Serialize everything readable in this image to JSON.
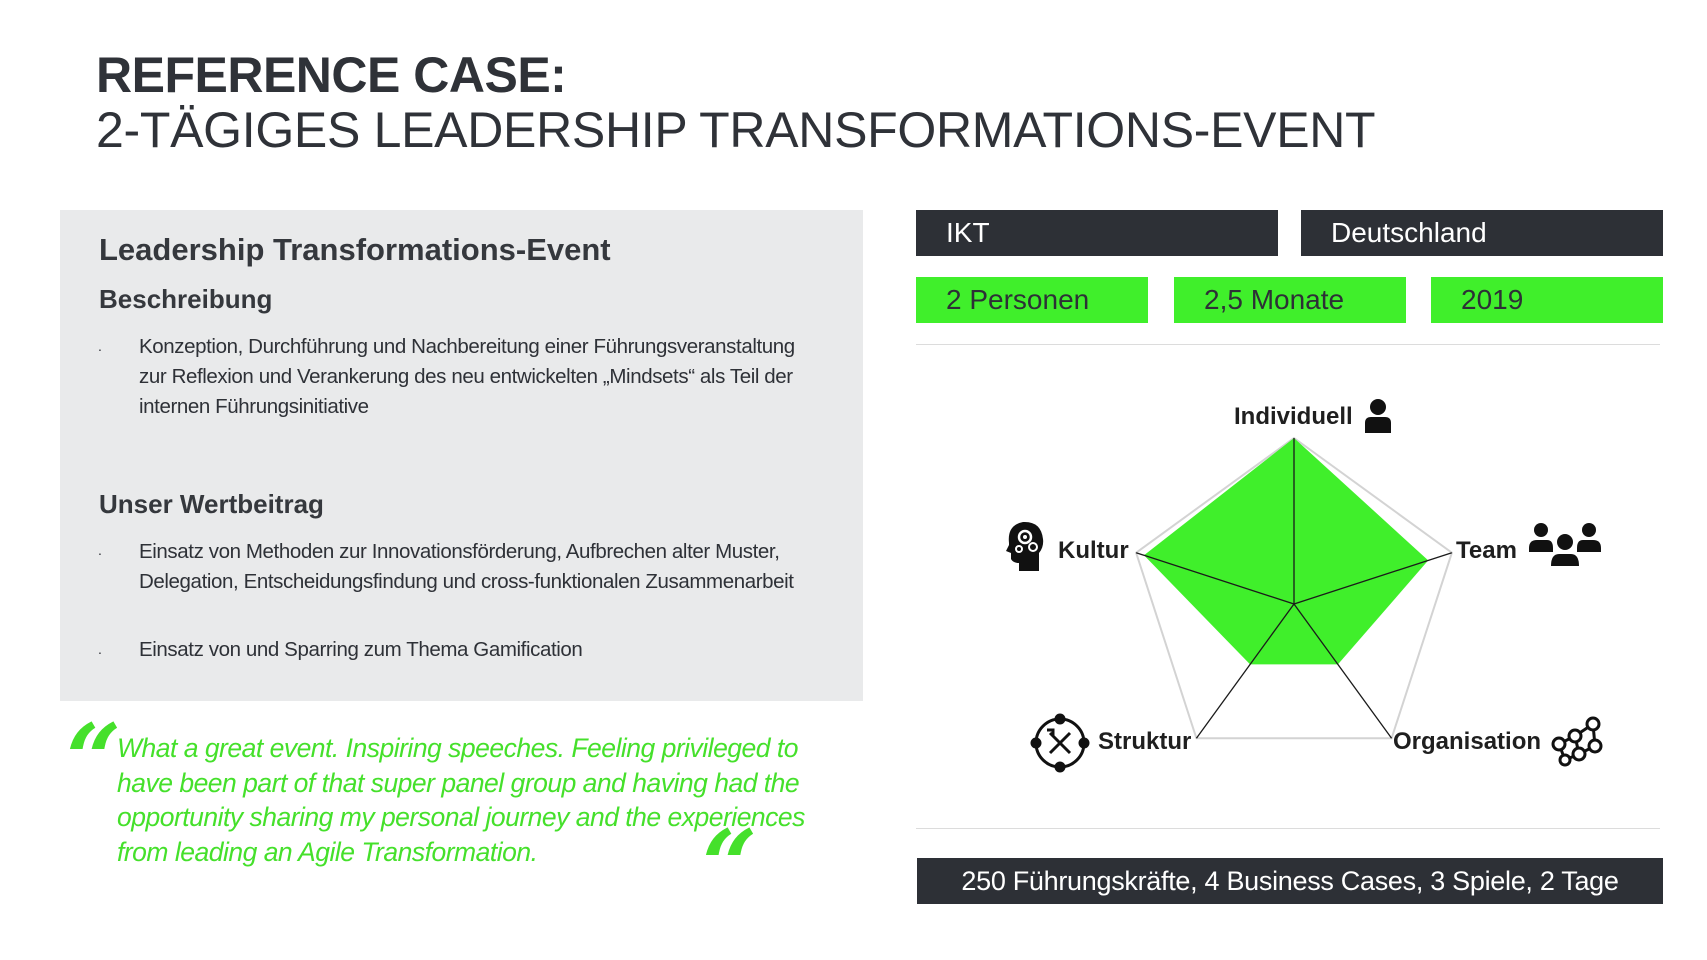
{
  "title": {
    "line1": "REFERENCE CASE:",
    "line2": "2-TÄGIGES LEADERSHIP TRANSFORMATIONS-EVENT"
  },
  "panel": {
    "title": "Leadership Transformations-Event",
    "description_heading": "Beschreibung",
    "description_bullets": [
      "Konzeption, Durchführung und Nachbereitung einer Führungsveranstaltung zur Reflexion und Verankerung des neu entwickelten „Mindsets“ als Teil der internen Führungsinitiative"
    ],
    "value_heading": "Unser Wertbeitrag",
    "value_bullets": [
      "Einsatz von Methoden zur Innovationsförderung, Aufbrechen alter Muster, Delegation, Entscheidungsfindung und cross-funktionalen Zusammenarbeit",
      "Einsatz von und Sparring zum Thema Gamification"
    ],
    "bullet_char": "."
  },
  "quote": {
    "open_mark": "“",
    "close_mark": "“",
    "text": "What a great event. Inspiring speeches. Feeling privileged to have been part of that super panel group and having had the opportunity sharing my personal journey and the experiences from leading an Agile Transformation."
  },
  "tags": {
    "industry": "IKT",
    "country": "Deutschland",
    "people": "2 Personen",
    "duration": "2,5 Monate",
    "year": "2019"
  },
  "footer": "250 Führungskräfte, 4 Business Cases, 3 Spiele, 2 Tage",
  "colors": {
    "accent_green": "#40ef2b",
    "quote_green": "#45e02b",
    "dark": "#2d3036",
    "panel_gray": "#e9eaeb"
  },
  "chart_data": {
    "type": "radar",
    "categories": [
      "Individuell",
      "Team",
      "Organisation",
      "Struktur",
      "Kultur"
    ],
    "series": [
      {
        "values": [
          1.0,
          0.85,
          0.45,
          0.45,
          0.95
        ]
      }
    ],
    "rlim": [
      0,
      1
    ],
    "grid": "outer-pentagon-only",
    "legend": "none",
    "icons": [
      "person-icon",
      "group-icon",
      "network-icon",
      "process-tools-icon",
      "head-gears-icon"
    ]
  }
}
